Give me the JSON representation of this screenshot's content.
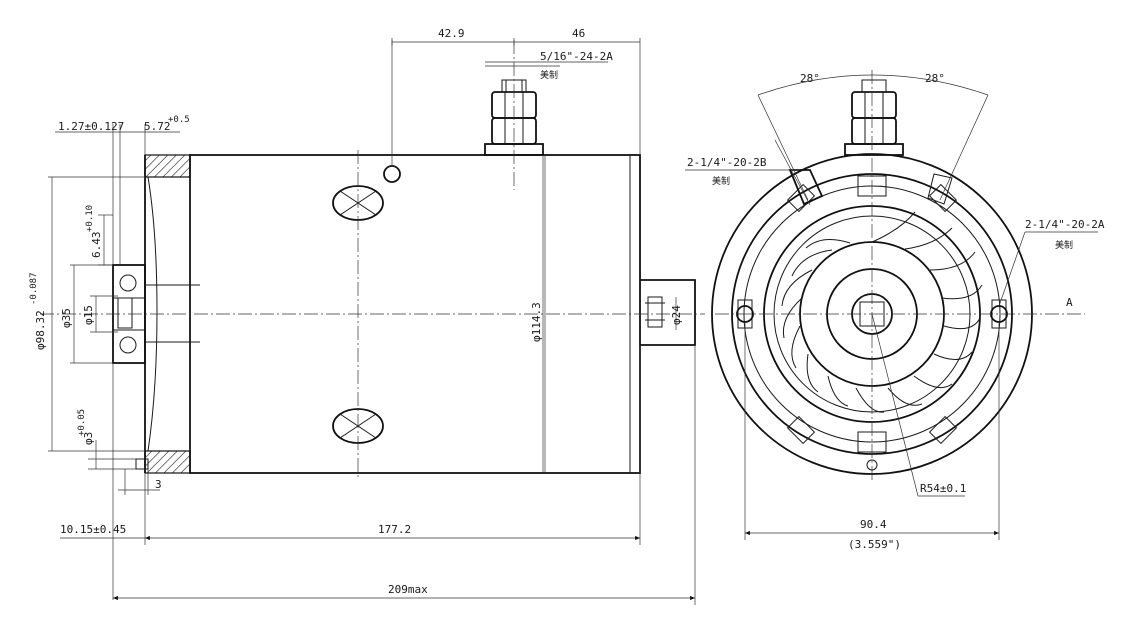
{
  "dims": {
    "d42_9": "42.9",
    "d46": "46",
    "thread_top": "5/16\"-24-2A",
    "thread_top_note": "美制",
    "d1_27": "1.27±0.127",
    "d5_72": "5.72",
    "d5_72_tol": "+0.5",
    "d6_43": "6.43",
    "d6_43_tol": "+0.10",
    "d98_32": "φ98.32",
    "d98_32_tol": "-0.087",
    "d35": "φ35",
    "d15": "φ15",
    "d114_3": "φ114.3",
    "d24": "φ24",
    "d3_05": "φ3",
    "d3_05_tol": "+0.05",
    "d3": "3",
    "d10_15": "10.15±0.45",
    "d177_2": "177.2",
    "d209": "209max",
    "angle_left": "28°",
    "angle_right": "28°",
    "thread_left": "2-1/4\"-20-2B",
    "thread_left_note": "美制",
    "thread_right": "2-1/4\"-20-2A",
    "thread_right_note": "美制",
    "view_a": "A",
    "r54": "R54±0.1",
    "d90_4": "90.4",
    "d3_559": "(3.559\")"
  }
}
